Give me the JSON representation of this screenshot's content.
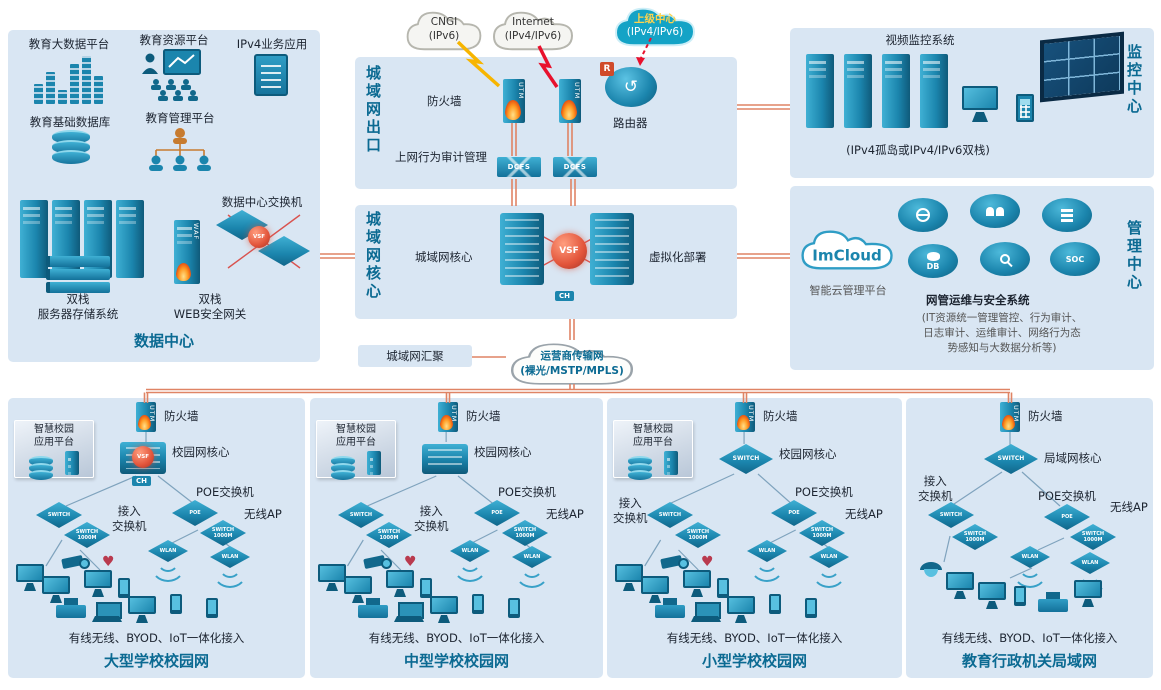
{
  "clouds": {
    "cngi": {
      "line1": "CNGI",
      "line2": "(IPv6)"
    },
    "internet": {
      "line1": "Internet",
      "line2": "(IPv4/IPv6)"
    },
    "upper": {
      "line1": "上级中心",
      "line2": "(IPv4/IPv6)"
    },
    "carrier": {
      "line1": "运营商传输网",
      "line2": "(裸光/MSTP/MPLS)"
    }
  },
  "device_labels": {
    "utm": "UTM",
    "dcfs": "DCFS",
    "vsf": "VSF",
    "ch": "CH",
    "waf": "WAF",
    "r": "R",
    "switch": "SWITCH",
    "switch_1000m": "SWITCH 1000M",
    "poe": "POE",
    "wlan": "WLAN",
    "db": "DB",
    "soc": "SOC"
  },
  "datacenter": {
    "title": "数据中心",
    "big_data": "教育大数据平台",
    "resource": "教育资源平台",
    "ipv4_app": "IPv4业务应用",
    "basic_db": "教育基础数据库",
    "mgmt": "教育管理平台",
    "dc_switch": "数据中心交换机",
    "dual_server_line1": "双栈",
    "dual_server_line2": "服务器存储系统",
    "dual_web_line1": "双栈",
    "dual_web_line2": "WEB安全网关"
  },
  "man_exit": {
    "title": "城域网出口",
    "firewall": "防火墙",
    "audit": "上网行为审计管理",
    "router": "路由器"
  },
  "man_core": {
    "title": "城域网核心",
    "core_label": "城域网核心",
    "virtual_label": "虚拟化部署"
  },
  "monitoring": {
    "title": "监控中心",
    "video": "视频监控系统",
    "note": "(IPv4孤岛或IPv4/IPv6双栈)"
  },
  "management": {
    "title": "管理中心",
    "imcloud": "ImCloud",
    "platform": "智能云管理平台",
    "nms": "网管运维与安全系统",
    "note_line1": "(IT资源统一管理管控、行为审计、",
    "note_line2": "日志审计、运维审计、网络行为态",
    "note_line3": "势感知与大数据分析等)"
  },
  "aggregation": {
    "label": "城域网汇聚"
  },
  "schools": [
    {
      "title": "大型学校校园网",
      "platform_line1": "智慧校园",
      "platform_line2": "应用平台",
      "firewall": "防火墙",
      "core": "校园网核心",
      "poe_label": "POE交换机",
      "access_line1": "接入",
      "access_line2": "交换机",
      "ap_label": "无线AP",
      "note": "有线无线、BYOD、IoT一体化接入"
    },
    {
      "title": "中型学校校园网",
      "platform_line1": "智慧校园",
      "platform_line2": "应用平台",
      "firewall": "防火墙",
      "core": "校园网核心",
      "poe_label": "POE交换机",
      "access_line1": "接入",
      "access_line2": "交换机",
      "ap_label": "无线AP",
      "note": "有线无线、BYOD、IoT一体化接入"
    },
    {
      "title": "小型学校校园网",
      "platform_line1": "智慧校园",
      "platform_line2": "应用平台",
      "firewall": "防火墙",
      "core": "校园网核心",
      "poe_label": "POE交换机",
      "access_line1": "接入",
      "access_line2": "交换机",
      "ap_label": "无线AP",
      "note": "有线无线、BYOD、IoT一体化接入"
    },
    {
      "title": "教育行政机关局域网",
      "firewall": "防火墙",
      "core": "局域网核心",
      "poe_label": "POE交换机",
      "access_line1": "接入",
      "access_line2": "交换机",
      "ap_label": "无线AP",
      "note": "有线无线、BYOD、IoT一体化接入"
    }
  ]
}
